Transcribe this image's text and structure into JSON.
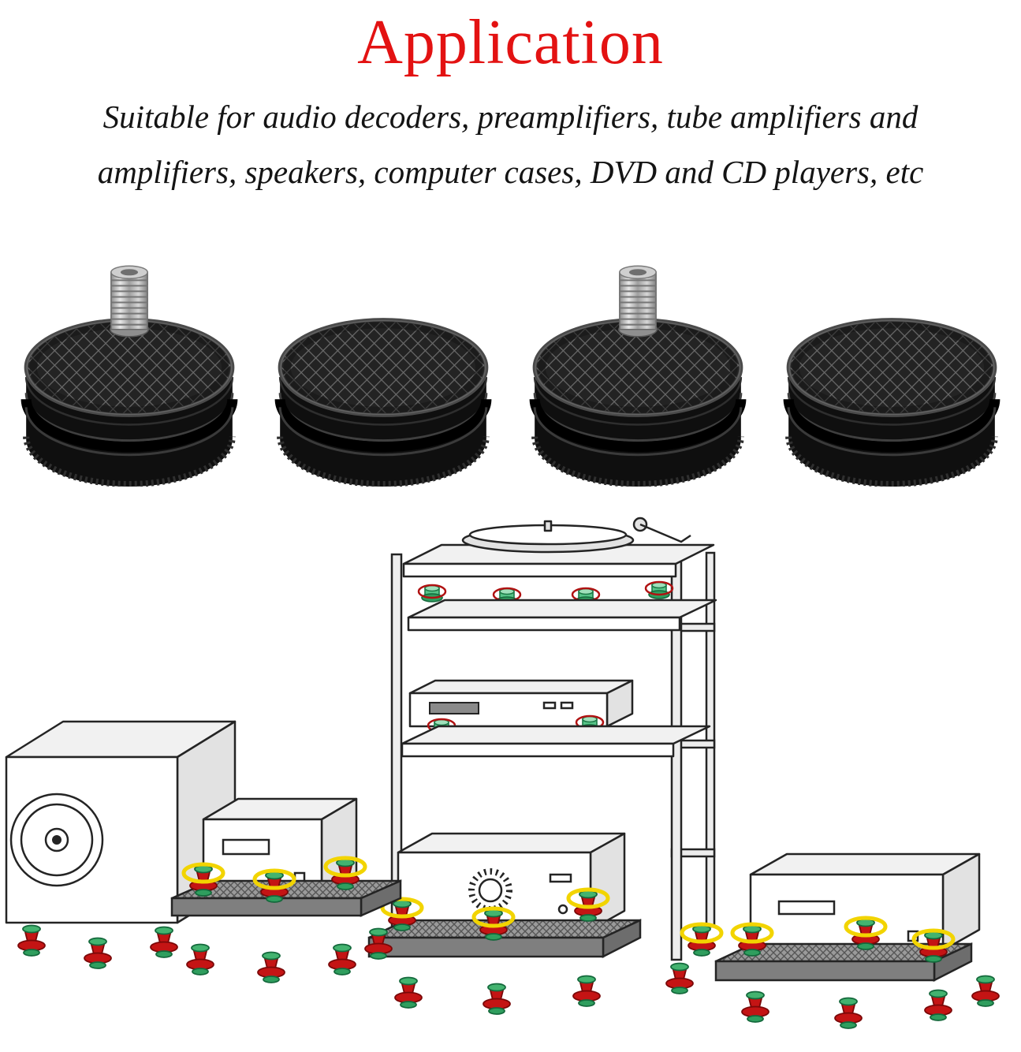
{
  "header": {
    "title": "Application",
    "title_color": "#e31212"
  },
  "description": {
    "lines": [
      "Suitable for audio decoders, preamplifiers, tube amplifiers and",
      "amplifiers, speakers, computer cases, DVD and CD players, etc"
    ]
  },
  "products": {
    "items": [
      {
        "name": "isolation foot",
        "variant": "with threaded spike"
      },
      {
        "name": "isolation foot",
        "variant": "plain top"
      },
      {
        "name": "isolation foot",
        "variant": "with threaded spike"
      },
      {
        "name": "isolation foot",
        "variant": "plain top"
      }
    ],
    "colors": {
      "foot_body": "#0f0f0f",
      "spike_steel": "#b9b9b9"
    }
  },
  "illustration": {
    "highlight_colors": {
      "ring_yellow": "#f2d400",
      "foot_red": "#c41414",
      "foot_green": "#43b36f"
    }
  }
}
